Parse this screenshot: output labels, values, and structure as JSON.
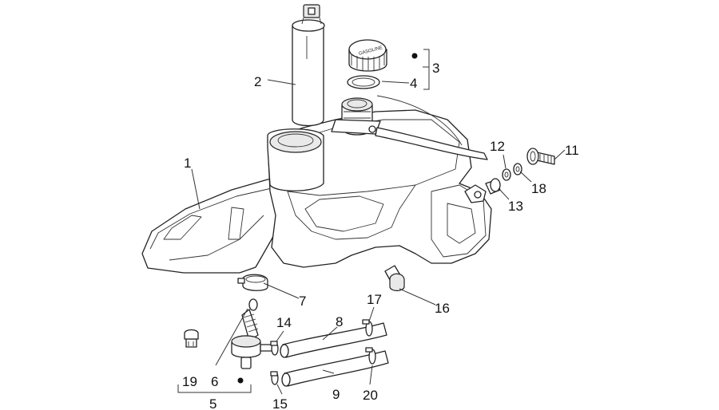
{
  "callouts": {
    "c1": "1",
    "c2": "2",
    "c3": "3",
    "c4": "4",
    "c5": "5",
    "c6": "6",
    "c7": "7",
    "c8": "8",
    "c9": "9",
    "c11": "11",
    "c12": "12",
    "c13": "13",
    "c14": "14",
    "c15": "15",
    "c16": "16",
    "c17": "17",
    "c18": "18",
    "c19": "19",
    "c20": "20"
  },
  "cap_text": "GASOLINE"
}
